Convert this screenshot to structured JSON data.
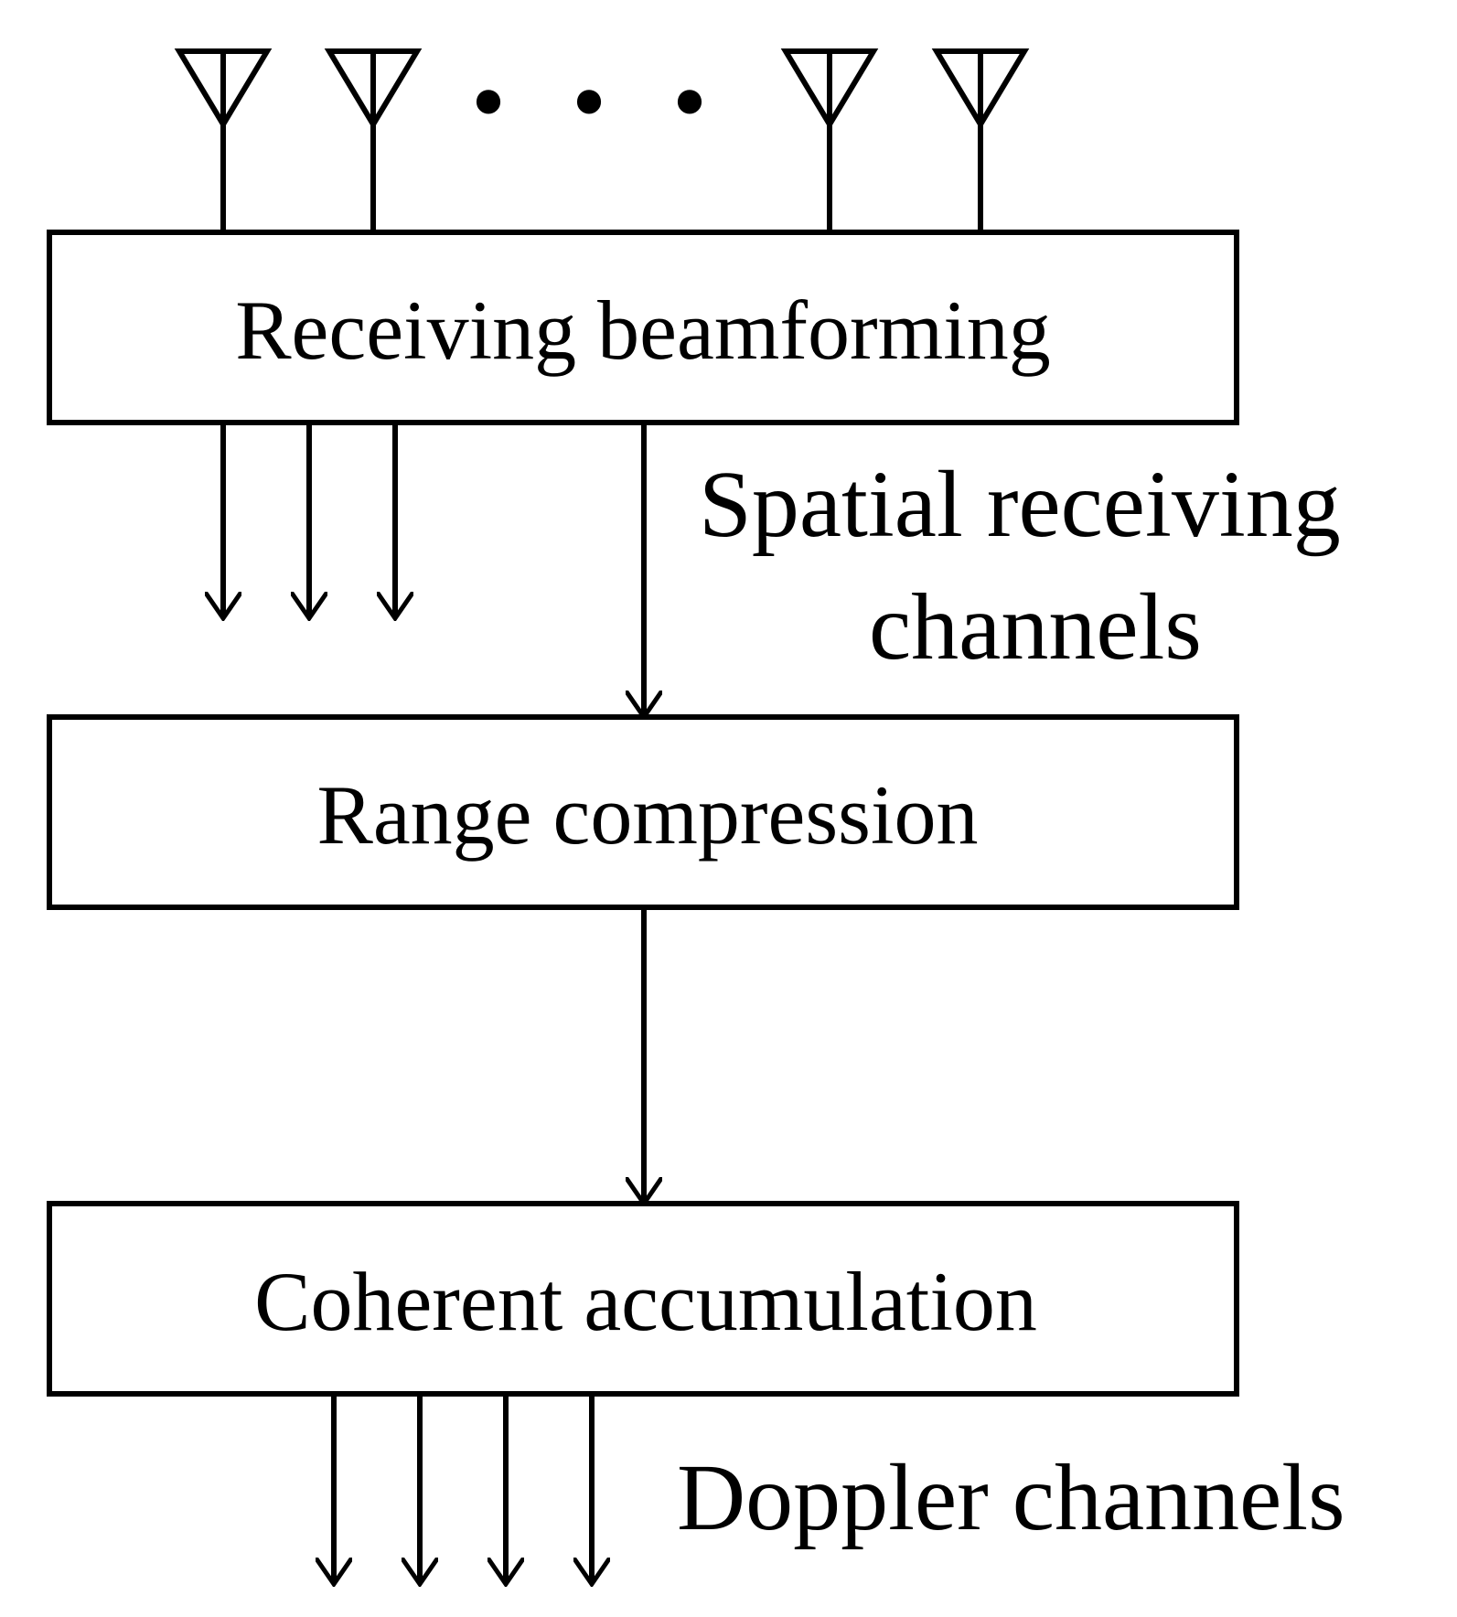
{
  "blocks": {
    "beamforming": "Receiving beamforming",
    "range": "Range compression",
    "coherent": "Coherent accumulation"
  },
  "labels": {
    "spatial_line1": "Spatial receiving",
    "spatial_line2": "channels",
    "doppler": "Doppler channels"
  },
  "antenna_ellipsis": "• • •",
  "colors": {
    "stroke": "#000000",
    "background": "#ffffff"
  }
}
